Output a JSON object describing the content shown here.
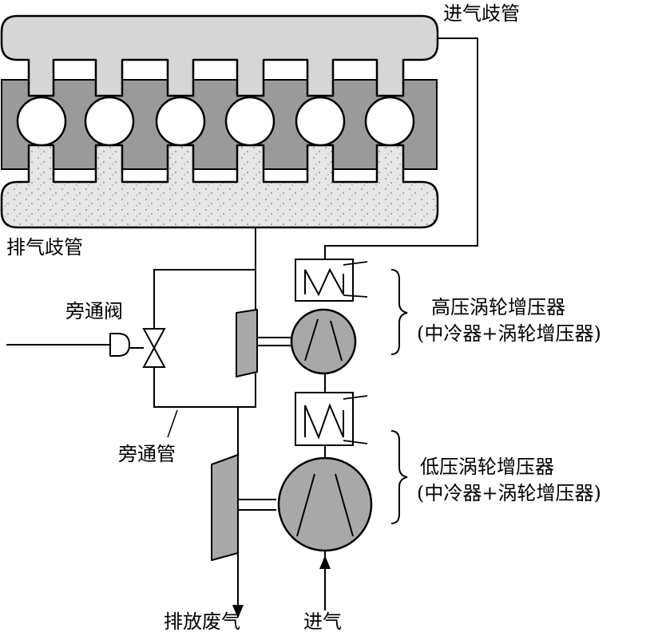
{
  "labels": {
    "intake_manifold": "进气歧管",
    "exhaust_manifold": "排气歧管",
    "bypass_valve": "旁通阀",
    "bypass_pipe": "旁通管",
    "hp_turbo_title": "高压涡轮增压器",
    "hp_turbo_sub": "(中冷器+涡轮增压器)",
    "lp_turbo_title": "低压涡轮增压器",
    "lp_turbo_sub": "(中冷器+涡轮增压器)",
    "exhaust_out": "排放废气",
    "air_in": "进气"
  },
  "colors": {
    "manifold_fill": "#d6d6d6",
    "block_fill": "#9a9a9a",
    "exhaust_fill": "#e6e6e6",
    "compressor_fill": "#a8a8a8",
    "stroke": "#000000"
  }
}
